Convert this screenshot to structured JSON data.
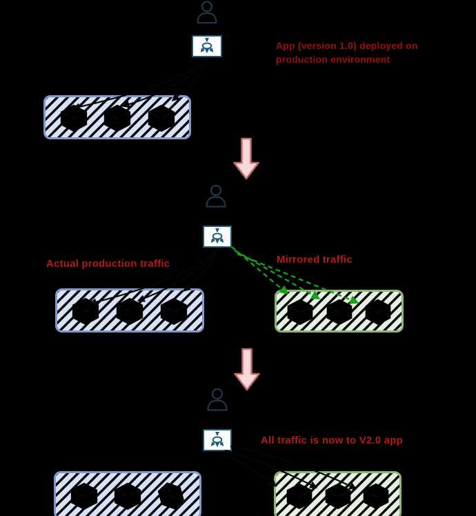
{
  "labels": {
    "step1": "App (version 1.0) deployed on production environment",
    "actual_traffic": "Actual production traffic",
    "mirrored_traffic": "Mirrored traffic",
    "step3": "All traffic is now to V2.0 app"
  },
  "icons": {
    "user": "user-icon",
    "load_balancer": "load-balancer-icon",
    "pod": "pod-cube-icon",
    "step_arrow": "step-down-arrow",
    "mirror_arrow": "mirrored-traffic-arrow",
    "traffic_arrow": "traffic-arrow"
  },
  "colors": {
    "background": "#000000",
    "label_red": "#b31b1b",
    "label_red_dark": "#9b1010",
    "blue_pod": "#2e77b8",
    "blue_box_fill": "#d8e1f6",
    "blue_box_border": "#8299cf",
    "green_pod": "#8cbf4f",
    "green_box_fill": "#e5efe2",
    "green_box_border": "#8db974",
    "hatch_black": "#0b0b0b",
    "mirror_green": "#18a018",
    "pink_fill": "#f8d8d8",
    "pink_stroke": "#c46a6a",
    "icon_teal": "#1d5b79",
    "person_navy": "#243449"
  }
}
